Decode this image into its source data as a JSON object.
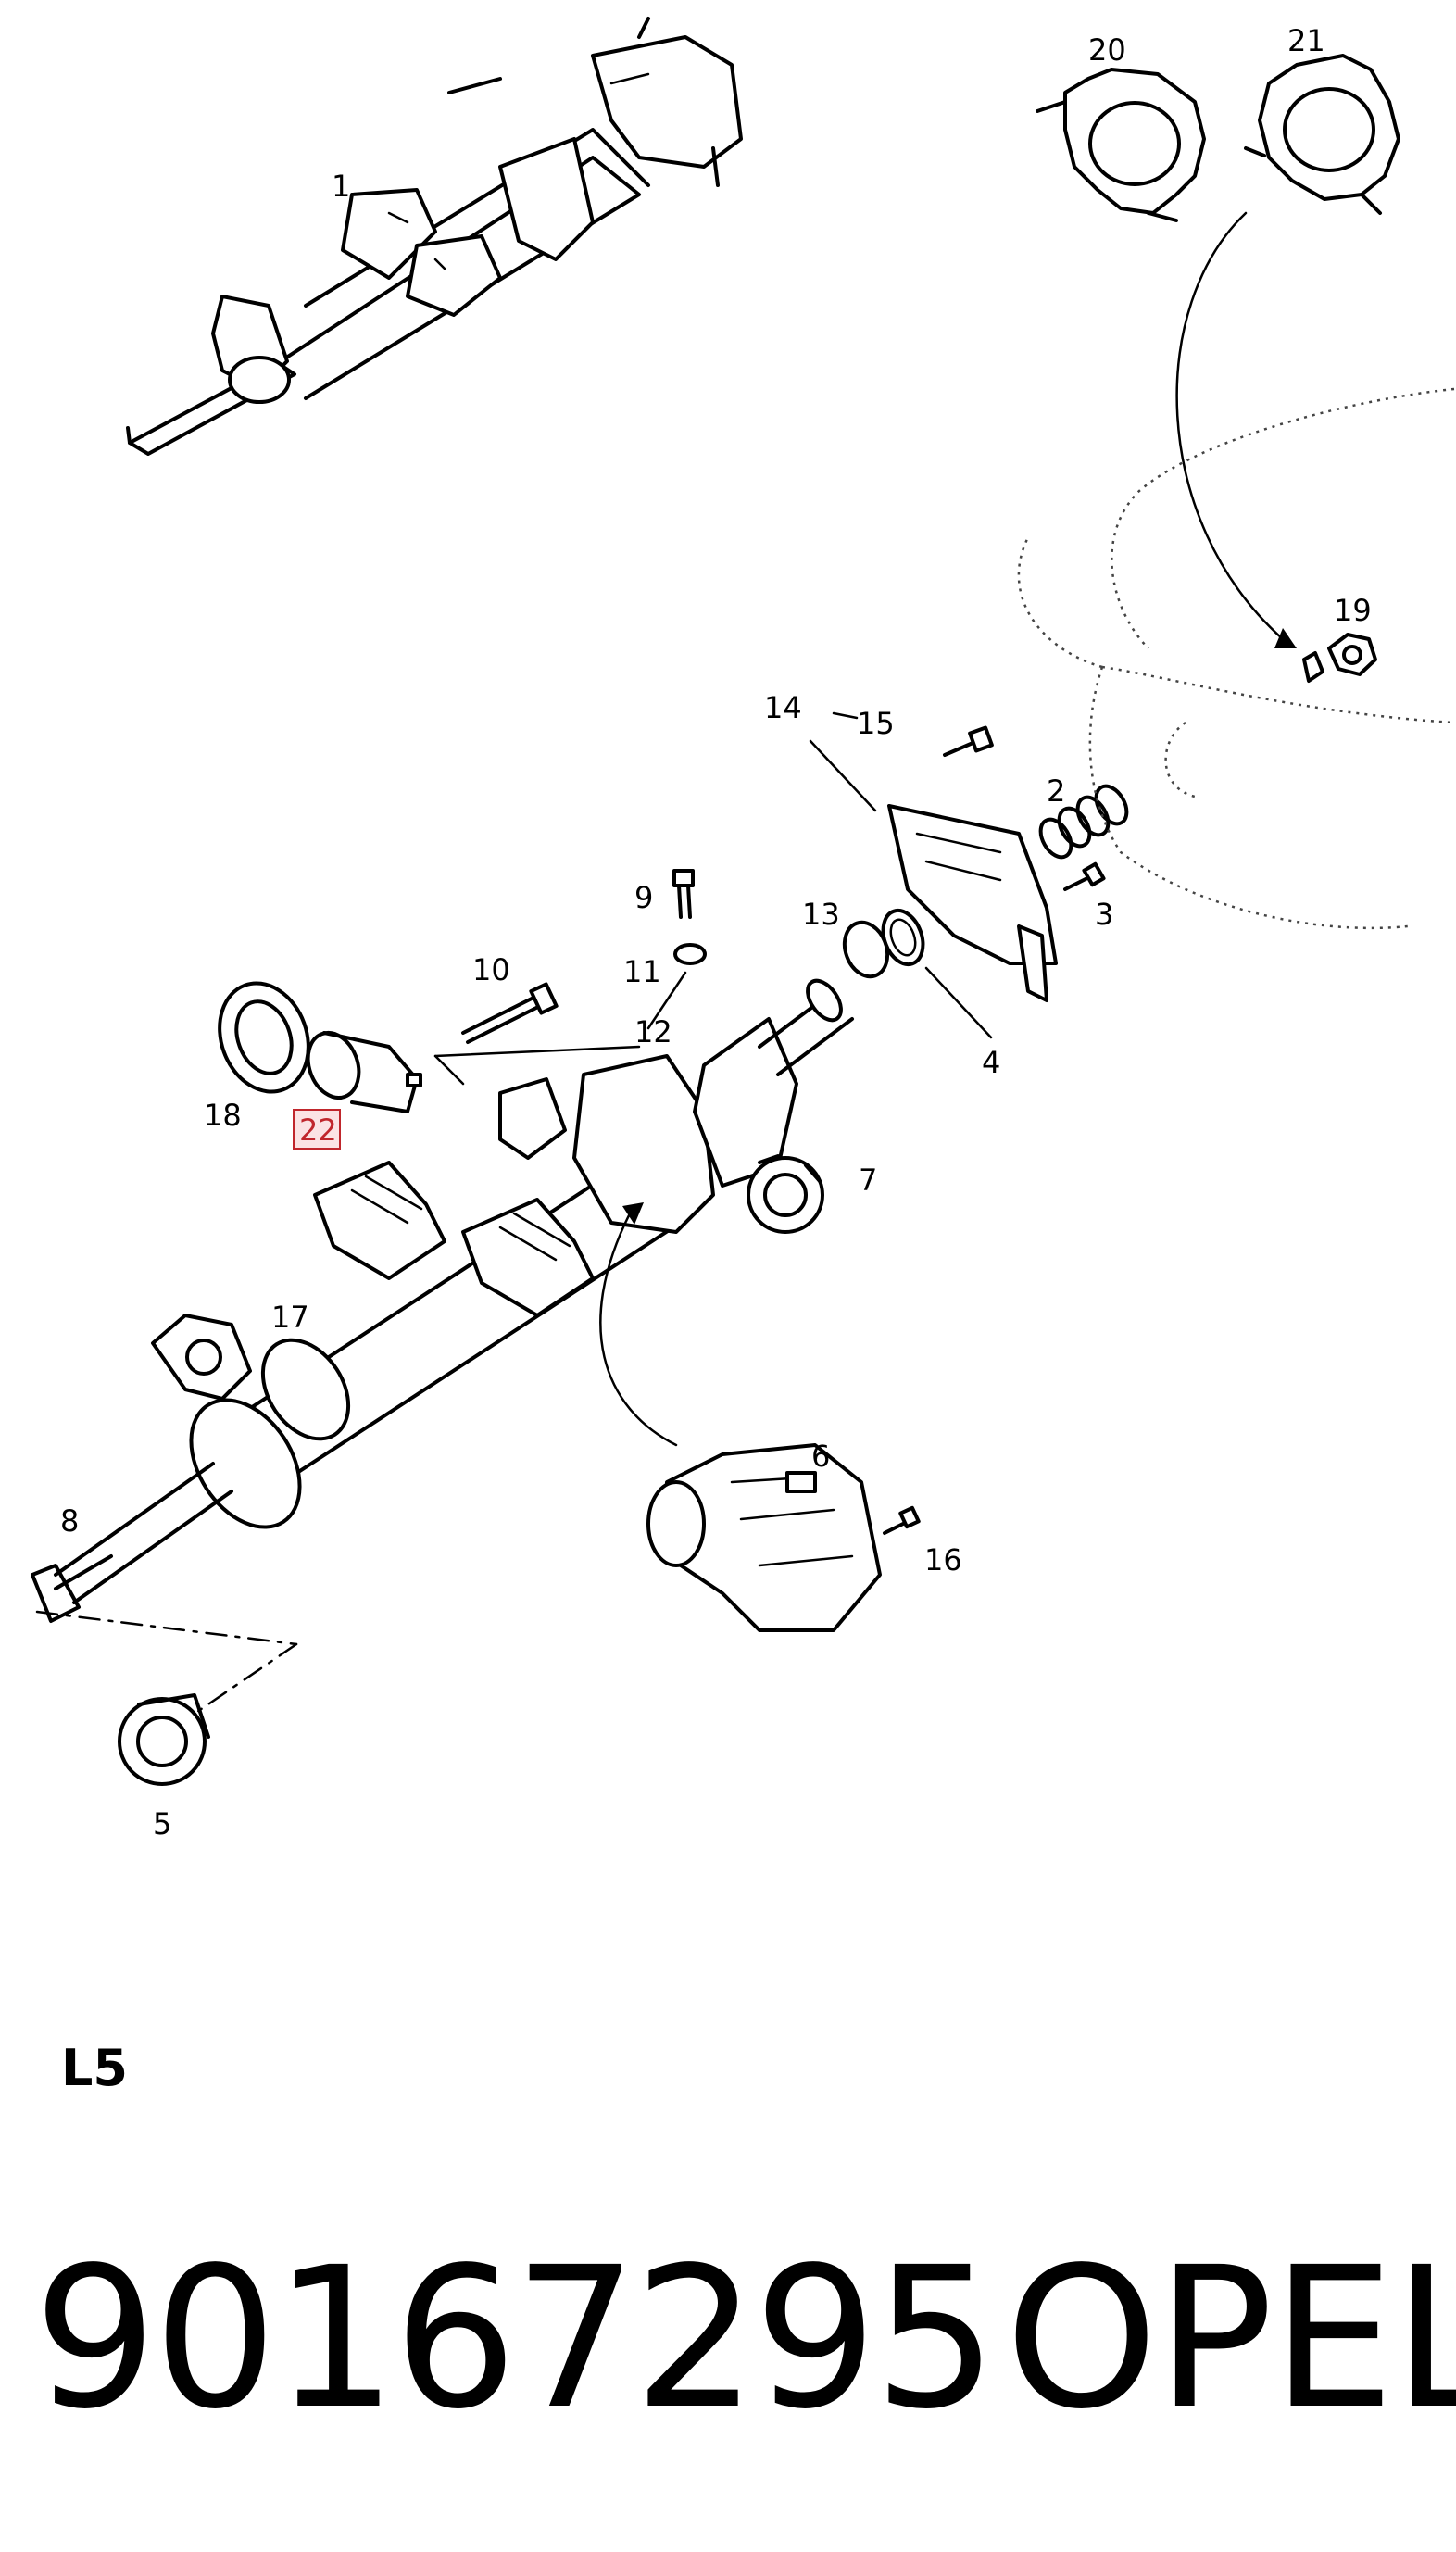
{
  "diagram": {
    "callouts": [
      {
        "id": "c1",
        "text": "1"
      },
      {
        "id": "c2",
        "text": "2"
      },
      {
        "id": "c3",
        "text": "3"
      },
      {
        "id": "c4",
        "text": "4"
      },
      {
        "id": "c5",
        "text": "5"
      },
      {
        "id": "c6",
        "text": "6"
      },
      {
        "id": "c7",
        "text": "7"
      },
      {
        "id": "c8",
        "text": "8"
      },
      {
        "id": "c9",
        "text": "9"
      },
      {
        "id": "c10",
        "text": "10"
      },
      {
        "id": "c11",
        "text": "11"
      },
      {
        "id": "c12",
        "text": "12"
      },
      {
        "id": "c13",
        "text": "13"
      },
      {
        "id": "c14",
        "text": "14"
      },
      {
        "id": "c15",
        "text": "15"
      },
      {
        "id": "c16",
        "text": "16"
      },
      {
        "id": "c17",
        "text": "17"
      },
      {
        "id": "c18",
        "text": "18"
      },
      {
        "id": "c19",
        "text": "19"
      },
      {
        "id": "c20",
        "text": "20"
      },
      {
        "id": "c21",
        "text": "21"
      },
      {
        "id": "c22",
        "text": "22",
        "highlighted": true
      }
    ],
    "highlight_color": "#c0262c"
  },
  "section_label": "L5",
  "part_number": "90167295",
  "brand": "OPEL"
}
